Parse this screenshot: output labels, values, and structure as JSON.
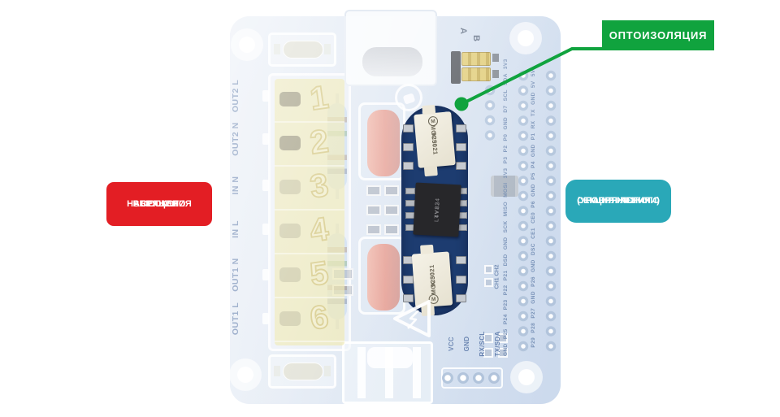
{
  "annotations": {
    "optoisolation": {
      "label": "ОПТОИЗОЛЯЦИЯ",
      "color": "#10a33e"
    },
    "high_voltage": {
      "line1": "СЕКЦИЯ",
      "line2": "ВЫСОКОГО",
      "line3": "НАПРЯЖЕНИЯ",
      "color": "#e31e24"
    },
    "low_voltage": {
      "line1": "СЕКЦИЯ НИЗКОГО",
      "line2": "НАПРЯЖЕНИЯ",
      "line3": "(УРОВНЯ ЛОГИКИ)",
      "color": "#2aa8b8"
    }
  },
  "board": {
    "terminal_numbers": [
      "1",
      "2",
      "3",
      "4",
      "5",
      "6"
    ],
    "terminal_labels": [
      "OUT2 L",
      "OUT2 N",
      "IN N",
      "IN L",
      "OUT1 N",
      "OUT1 L"
    ],
    "jumper_a": "A",
    "jumper_b": "B",
    "channel_label": "CH1 CH2",
    "serial_labels": [
      "VCC",
      "GND",
      "RX/SCL",
      "TX/SDA"
    ],
    "header_left": [
      "3V3",
      "SDA",
      "SCL",
      "D7",
      "GND",
      "P0",
      "P2",
      "P3",
      "3V3",
      "MOSI",
      "MISO",
      "SCK",
      "GND",
      "DSD",
      "P21",
      "P22",
      "P23",
      "P24",
      "P25",
      "GND"
    ],
    "header_right": [
      "5V",
      "5V",
      "GND",
      "TX",
      "RX",
      "P1",
      "GND",
      "P4",
      "P5",
      "GND",
      "P6",
      "CE0",
      "CE1",
      "DSC",
      "GND",
      "P26",
      "GND",
      "P27",
      "P28",
      "P29"
    ],
    "chips": {
      "opto_top": {
        "part": "MOC3021",
        "date": "9250",
        "logo": "M"
      },
      "ic_middle": {
        "part": "LTV824",
        "date": "4Y23"
      },
      "opto_bottom": {
        "part": "MOC3021",
        "date": "9250",
        "logo": "M"
      }
    }
  }
}
